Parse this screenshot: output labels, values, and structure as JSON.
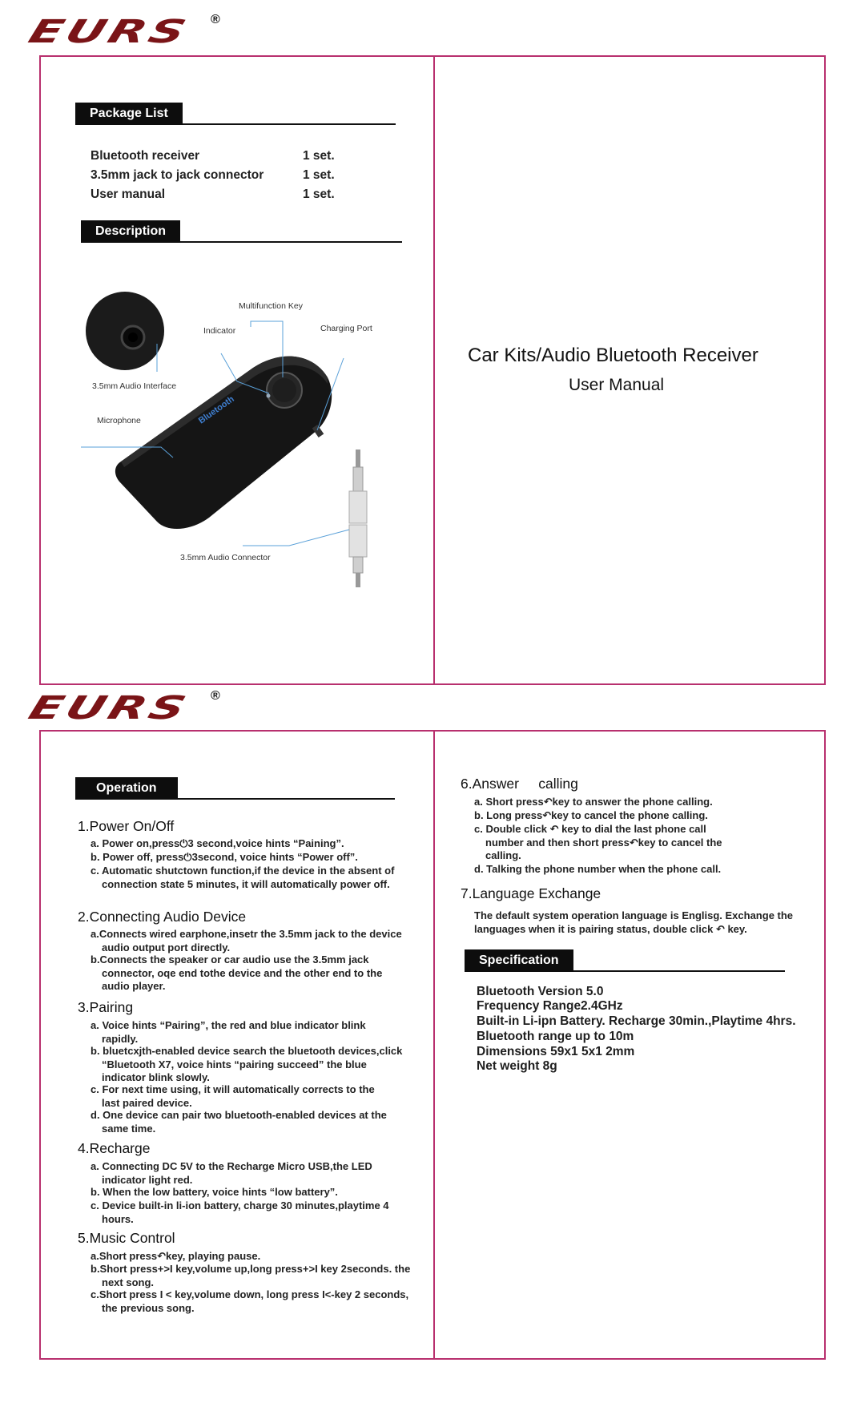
{
  "brand": {
    "name": "EURS",
    "registered": "®"
  },
  "page1": {
    "package_list": {
      "heading": "Package List",
      "items": [
        {
          "name": "Bluetooth receiver",
          "qty": "1 set."
        },
        {
          "name": "3.5mm jack to jack connector",
          "qty": "1 set."
        },
        {
          "name": "User manual",
          "qty": "1 set."
        }
      ]
    },
    "description": {
      "heading": "Description",
      "labels": {
        "multifunction_key": "Multifunction Key",
        "indicator": "Indicator",
        "charging_port": "Charging Port",
        "audio_interface": "3.5mm Audio Interface",
        "microphone": "Microphone",
        "audio_connector": "3.5mm Audio Connector",
        "device_print": "Bluetooth"
      }
    },
    "cover": {
      "title": "Car Kits/Audio Bluetooth Receiver",
      "subtitle": "User Manual"
    }
  },
  "page2": {
    "operation": {
      "heading": "Operation",
      "sections": [
        {
          "title": "1.Power On/Off",
          "items": [
            "a. Power on,press⏻3 second,voice hints “Paining”.",
            "b. Power off, press⏻3second, voice hints “Power off”.",
            "c. Automatic shutctown function,if the device in the absent of connection state 5 minutes, it will automatically power off."
          ]
        },
        {
          "title": "2.Connecting Audio Device",
          "items": [
            "a.Connects wired earphone,insetr the 3.5mm jack to the device audio output port directly.",
            "b.Connects the speaker or car audio use the 3.5mm jack connector, oqe end tothe device and the other end to the audio player."
          ]
        },
        {
          "title": "3.Pairing",
          "items": [
            "a. Voice hints “Pairing”, the red and blue indicator blink rapidly.",
            "b. bluetcxjth-enabled device search the bluetooth devices,click “Bluetooth X7, voice hints “pairing succeed” the blue indicator blink slowly.",
            "c. For next time using, it will automatically corrects to the last paired device.",
            "d. One device can pair two bluetooth-enabled devices at the same time."
          ]
        },
        {
          "title": "4.Recharge",
          "items": [
            "a. Connecting DC 5V to the Recharge Micro USB,the LED indicator light red.",
            "b. When the low battery, voice hints  “low battery”.",
            "c. Device built-in li-ion battery, charge 30 minutes,playtime 4 hours."
          ]
        },
        {
          "title": "5.Music Control",
          "items": [
            "a.Short press↶key, playing pause.",
            "b.Short press+>I key,volume up,long press+>I key 2seconds. the next song.",
            "c.Short press I < key,volume down, long press I<-key 2 seconds, the previous song."
          ]
        }
      ]
    },
    "answer_calling": {
      "title": "6.Answer     calling",
      "items": [
        "a. Short press↶key to answer the phone calling.",
        "b. Long press↶key to cancel the phone calling.",
        "c. Double click ↶  key to dial the last phone call number and then short press↶key to cancel the calling.",
        "d. Talking the phone number when the phone call."
      ]
    },
    "language": {
      "title": "7.Language Exchange",
      "text": "The default system operation language is Englisg. Exchange the languages when it is pairing status, double click ↶ key."
    },
    "specification": {
      "heading": "Specification",
      "lines": [
        "Bluetooth Version 5.0",
        "Frequency Range2.4GHz",
        "Built-in Li-ipn Battery. Recharge 30min.,Playtime 4hrs.",
        "Bluetooth range up to 10m",
        "Dimensions 59x1 5x1 2mm",
        "Net weight 8g"
      ]
    }
  }
}
